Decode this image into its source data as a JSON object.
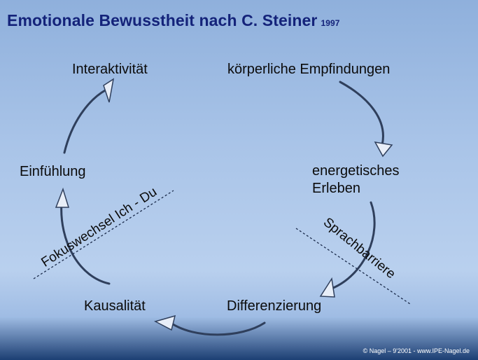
{
  "title": {
    "main": "Emotionale Bewusstheit nach C. Steiner",
    "year": "1997"
  },
  "nodes": {
    "interaktivitaet": "Interaktivität",
    "koerperlich": "körperliche Empfindungen",
    "energetisch_line1": "energetisches",
    "energetisch_line2": "Erleben",
    "differenzierung": "Differenzierung",
    "kausalitaet": "Kausalität",
    "einfuehlung": "Einfühlung"
  },
  "barriers": {
    "fokuswechsel": "Fokuswechsel Ich - Du",
    "sprachbarriere": "Sprachbarriere"
  },
  "footer": "© Nagel – 9'2001 - www.IPE-Nagel.de",
  "colors": {
    "title": "#14237a",
    "arrow_stroke": "#2f3f5c",
    "arrow_fill": "#e8eef8",
    "barrier_line": "#1a2a4a"
  }
}
